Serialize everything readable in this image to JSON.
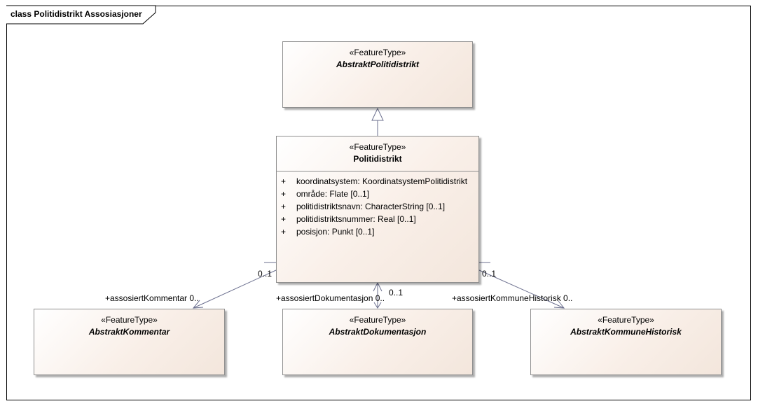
{
  "frame": {
    "title": "class Politidistrikt Assosiasjoner"
  },
  "classes": {
    "abstraktPolitidistrikt": {
      "stereotype": "«FeatureType»",
      "name": "AbstraktPolitidistrikt",
      "abstract": true
    },
    "politidistrikt": {
      "stereotype": "«FeatureType»",
      "name": "Politidistrikt",
      "abstract": false,
      "attributes": [
        {
          "visibility": "+",
          "text": "koordinatsystem: KoordinatsystemPolitidistrikt"
        },
        {
          "visibility": "+",
          "text": "område: Flate [0..1]"
        },
        {
          "visibility": "+",
          "text": "politidistriktsnavn: CharacterString [0..1]"
        },
        {
          "visibility": "+",
          "text": "politidistriktsnummer: Real [0..1]"
        },
        {
          "visibility": "+",
          "text": "posisjon: Punkt [0..1]"
        }
      ]
    },
    "abstraktKommentar": {
      "stereotype": "«FeatureType»",
      "name": "AbstraktKommentar",
      "abstract": true
    },
    "abstraktDokumentasjon": {
      "stereotype": "«FeatureType»",
      "name": "AbstraktDokumentasjon",
      "abstract": true
    },
    "abstraktKommuneHistorisk": {
      "stereotype": "«FeatureType»",
      "name": "AbstraktKommuneHistorisk",
      "abstract": true
    }
  },
  "associations": {
    "kommentar": {
      "source_multiplicity": "0..1",
      "target_role": "+assosiertKommentar 0.."
    },
    "dokumentasjon": {
      "source_multiplicity": "0..1",
      "target_role": "+assosiertDokumentasjon 0.."
    },
    "kommuneHistorisk": {
      "source_multiplicity": "0..1",
      "target_role": "+assosiertKommuneHistorisk 0.."
    }
  }
}
